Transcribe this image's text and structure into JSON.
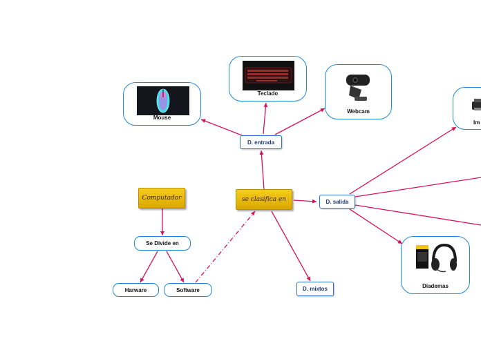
{
  "nodes": {
    "computador": "Computador",
    "se_divide_en": "Se Divide en",
    "harware": "Harware",
    "software": "Software",
    "se_clasifica_en": "se clasifica en",
    "d_entrada": "D. entrada",
    "d_salida": "D. salida",
    "d_mixtos": "D. mixtos"
  },
  "cards": {
    "mouse": "Mouse",
    "teclado": "Teclado",
    "webcam": "Webcam",
    "impresora_partial": "Im",
    "diademas": "Diademas"
  },
  "colors": {
    "connector": "#d8105a",
    "node_border": "#1e88d8",
    "gold_fill": "#f1c40f"
  }
}
